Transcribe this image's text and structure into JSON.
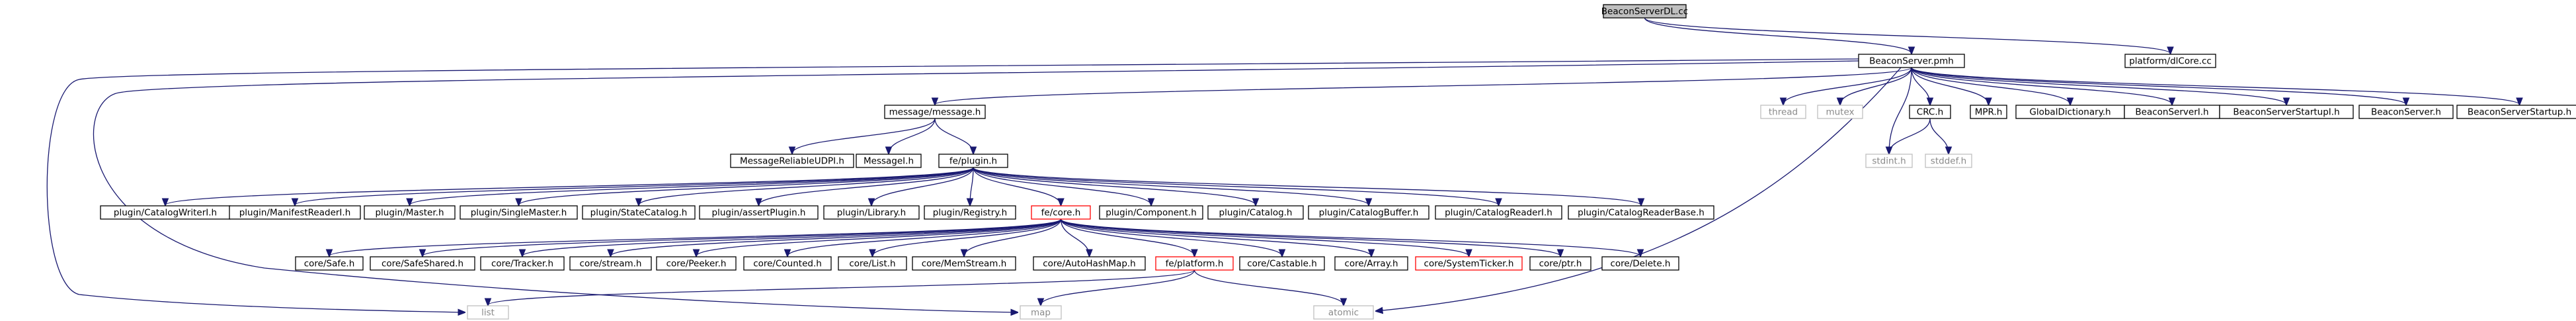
{
  "colors": {
    "edge": "#191970",
    "edge_weak": "#a9a9a9",
    "node_border": "#000000",
    "node_root_fill": "#bfbfbf",
    "node_fill": "#ffffff",
    "node_incomplete_border": "#ff0000",
    "node_external_border": "#bfbfbf",
    "node_external_text": "#8a8a8a"
  },
  "nodes": [
    {
      "id": "root",
      "label": "BeaconServerDL.cc",
      "kind": "root"
    },
    {
      "id": "bspmh",
      "label": "BeaconServer.pmh",
      "kind": "normal"
    },
    {
      "id": "dlcore",
      "label": "platform/dlCore.cc",
      "kind": "normal"
    },
    {
      "id": "msg",
      "label": "message/message.h",
      "kind": "normal"
    },
    {
      "id": "thread",
      "label": "thread",
      "kind": "external"
    },
    {
      "id": "mutex",
      "label": "mutex",
      "kind": "external"
    },
    {
      "id": "crc",
      "label": "CRC.h",
      "kind": "normal"
    },
    {
      "id": "mpr",
      "label": "MPR.h",
      "kind": "normal"
    },
    {
      "id": "gdict",
      "label": "GlobalDictionary.h",
      "kind": "normal"
    },
    {
      "id": "bsi",
      "label": "BeaconServerI.h",
      "kind": "normal"
    },
    {
      "id": "bssi",
      "label": "BeaconServerStartupI.h",
      "kind": "normal"
    },
    {
      "id": "bsh",
      "label": "BeaconServer.h",
      "kind": "normal"
    },
    {
      "id": "bss",
      "label": "BeaconServerStartup.h",
      "kind": "normal"
    },
    {
      "id": "stdint",
      "label": "stdint.h",
      "kind": "external"
    },
    {
      "id": "stddef",
      "label": "stddef.h",
      "kind": "external"
    },
    {
      "id": "mrudpi",
      "label": "MessageReliableUDPI.h",
      "kind": "normal"
    },
    {
      "id": "msgi",
      "label": "MessageI.h",
      "kind": "normal"
    },
    {
      "id": "feplugin",
      "label": "fe/plugin.h",
      "kind": "normal"
    },
    {
      "id": "pcw",
      "label": "plugin/CatalogWriterI.h",
      "kind": "normal"
    },
    {
      "id": "pmr",
      "label": "plugin/ManifestReaderI.h",
      "kind": "normal"
    },
    {
      "id": "pmaster",
      "label": "plugin/Master.h",
      "kind": "normal"
    },
    {
      "id": "psingle",
      "label": "plugin/SingleMaster.h",
      "kind": "normal"
    },
    {
      "id": "pstate",
      "label": "plugin/StateCatalog.h",
      "kind": "normal"
    },
    {
      "id": "passert",
      "label": "plugin/assertPlugin.h",
      "kind": "normal"
    },
    {
      "id": "plib",
      "label": "plugin/Library.h",
      "kind": "normal"
    },
    {
      "id": "preg",
      "label": "plugin/Registry.h",
      "kind": "normal"
    },
    {
      "id": "fecore",
      "label": "fe/core.h",
      "kind": "incomplete"
    },
    {
      "id": "pcomp",
      "label": "plugin/Component.h",
      "kind": "normal"
    },
    {
      "id": "pcat",
      "label": "plugin/Catalog.h",
      "kind": "normal"
    },
    {
      "id": "pcatbuf",
      "label": "plugin/CatalogBuffer.h",
      "kind": "normal"
    },
    {
      "id": "pcatreader",
      "label": "plugin/CatalogReaderI.h",
      "kind": "normal"
    },
    {
      "id": "pcatreaderbase",
      "label": "plugin/CatalogReaderBase.h",
      "kind": "normal"
    },
    {
      "id": "csafe",
      "label": "core/Safe.h",
      "kind": "normal"
    },
    {
      "id": "csafeshared",
      "label": "core/SafeShared.h",
      "kind": "normal"
    },
    {
      "id": "ctracker",
      "label": "core/Tracker.h",
      "kind": "normal"
    },
    {
      "id": "cstream",
      "label": "core/stream.h",
      "kind": "normal"
    },
    {
      "id": "cpeeker",
      "label": "core/Peeker.h",
      "kind": "normal"
    },
    {
      "id": "ccounted",
      "label": "core/Counted.h",
      "kind": "normal"
    },
    {
      "id": "clist",
      "label": "core/List.h",
      "kind": "normal"
    },
    {
      "id": "cmemstream",
      "label": "core/MemStream.h",
      "kind": "normal"
    },
    {
      "id": "cautohash",
      "label": "core/AutoHashMap.h",
      "kind": "normal"
    },
    {
      "id": "feplatform",
      "label": "fe/platform.h",
      "kind": "incomplete"
    },
    {
      "id": "ccastable",
      "label": "core/Castable.h",
      "kind": "normal"
    },
    {
      "id": "carray",
      "label": "core/Array.h",
      "kind": "normal"
    },
    {
      "id": "csysticker",
      "label": "core/SystemTicker.h",
      "kind": "incomplete"
    },
    {
      "id": "cptr",
      "label": "core/ptr.h",
      "kind": "normal"
    },
    {
      "id": "cdelete",
      "label": "core/Delete.h",
      "kind": "normal"
    },
    {
      "id": "list",
      "label": "list",
      "kind": "external"
    },
    {
      "id": "map",
      "label": "map",
      "kind": "external"
    },
    {
      "id": "atomic",
      "label": "atomic",
      "kind": "external"
    }
  ],
  "edges": [
    [
      "root",
      "bspmh"
    ],
    [
      "root",
      "dlcore"
    ],
    [
      "bspmh",
      "msg"
    ],
    [
      "bspmh",
      "thread"
    ],
    [
      "bspmh",
      "mutex"
    ],
    [
      "bspmh",
      "crc"
    ],
    [
      "bspmh",
      "mpr"
    ],
    [
      "bspmh",
      "gdict"
    ],
    [
      "bspmh",
      "bsi"
    ],
    [
      "bspmh",
      "bssi"
    ],
    [
      "bspmh",
      "bsh"
    ],
    [
      "bspmh",
      "bss"
    ],
    [
      "bspmh",
      "stdint"
    ],
    [
      "bspmh",
      "list"
    ],
    [
      "bspmh",
      "map"
    ],
    [
      "bspmh",
      "atomic"
    ],
    [
      "crc",
      "stdint"
    ],
    [
      "crc",
      "stddef"
    ],
    [
      "msg",
      "mrudpi"
    ],
    [
      "msg",
      "msgi"
    ],
    [
      "msg",
      "feplugin"
    ],
    [
      "feplugin",
      "pcw"
    ],
    [
      "feplugin",
      "pmr"
    ],
    [
      "feplugin",
      "pmaster"
    ],
    [
      "feplugin",
      "psingle"
    ],
    [
      "feplugin",
      "pstate"
    ],
    [
      "feplugin",
      "passert"
    ],
    [
      "feplugin",
      "plib"
    ],
    [
      "feplugin",
      "preg"
    ],
    [
      "feplugin",
      "fecore"
    ],
    [
      "feplugin",
      "pcomp"
    ],
    [
      "feplugin",
      "pcat"
    ],
    [
      "feplugin",
      "pcatbuf"
    ],
    [
      "feplugin",
      "pcatreader"
    ],
    [
      "feplugin",
      "pcatreaderbase"
    ],
    [
      "fecore",
      "csafe"
    ],
    [
      "fecore",
      "csafeshared"
    ],
    [
      "fecore",
      "ctracker"
    ],
    [
      "fecore",
      "cstream"
    ],
    [
      "fecore",
      "cpeeker"
    ],
    [
      "fecore",
      "ccounted"
    ],
    [
      "fecore",
      "clist"
    ],
    [
      "fecore",
      "cmemstream"
    ],
    [
      "fecore",
      "cautohash"
    ],
    [
      "fecore",
      "feplatform"
    ],
    [
      "fecore",
      "ccastable"
    ],
    [
      "fecore",
      "carray"
    ],
    [
      "fecore",
      "csysticker"
    ],
    [
      "fecore",
      "cptr"
    ],
    [
      "fecore",
      "cdelete"
    ],
    [
      "feplatform",
      "list"
    ],
    [
      "feplatform",
      "map"
    ],
    [
      "feplatform",
      "atomic"
    ]
  ]
}
